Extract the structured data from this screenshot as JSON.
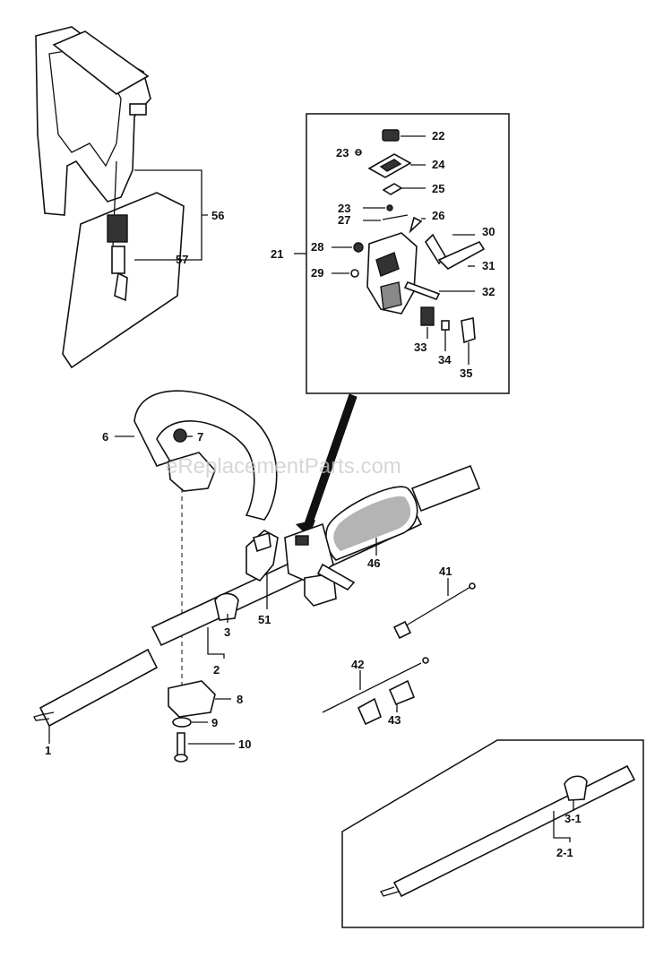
{
  "watermark": "eReplacementParts.com",
  "labels": {
    "p1": "1",
    "p2": "2",
    "p3": "3",
    "p6": "6",
    "p7": "7",
    "p8": "8",
    "p9": "9",
    "p10": "10",
    "p21": "21",
    "p22": "22",
    "p23a": "23",
    "p23b": "23",
    "p24": "24",
    "p25": "25",
    "p26": "26",
    "p27": "27",
    "p28": "28",
    "p29": "29",
    "p30": "30",
    "p31": "31",
    "p32": "32",
    "p33": "33",
    "p34": "34",
    "p35": "35",
    "p41": "41",
    "p42": "42",
    "p43": "43",
    "p46": "46",
    "p51": "51",
    "p56": "56",
    "p57": "57",
    "p3_1": "3-1",
    "p2_1": "2-1"
  }
}
